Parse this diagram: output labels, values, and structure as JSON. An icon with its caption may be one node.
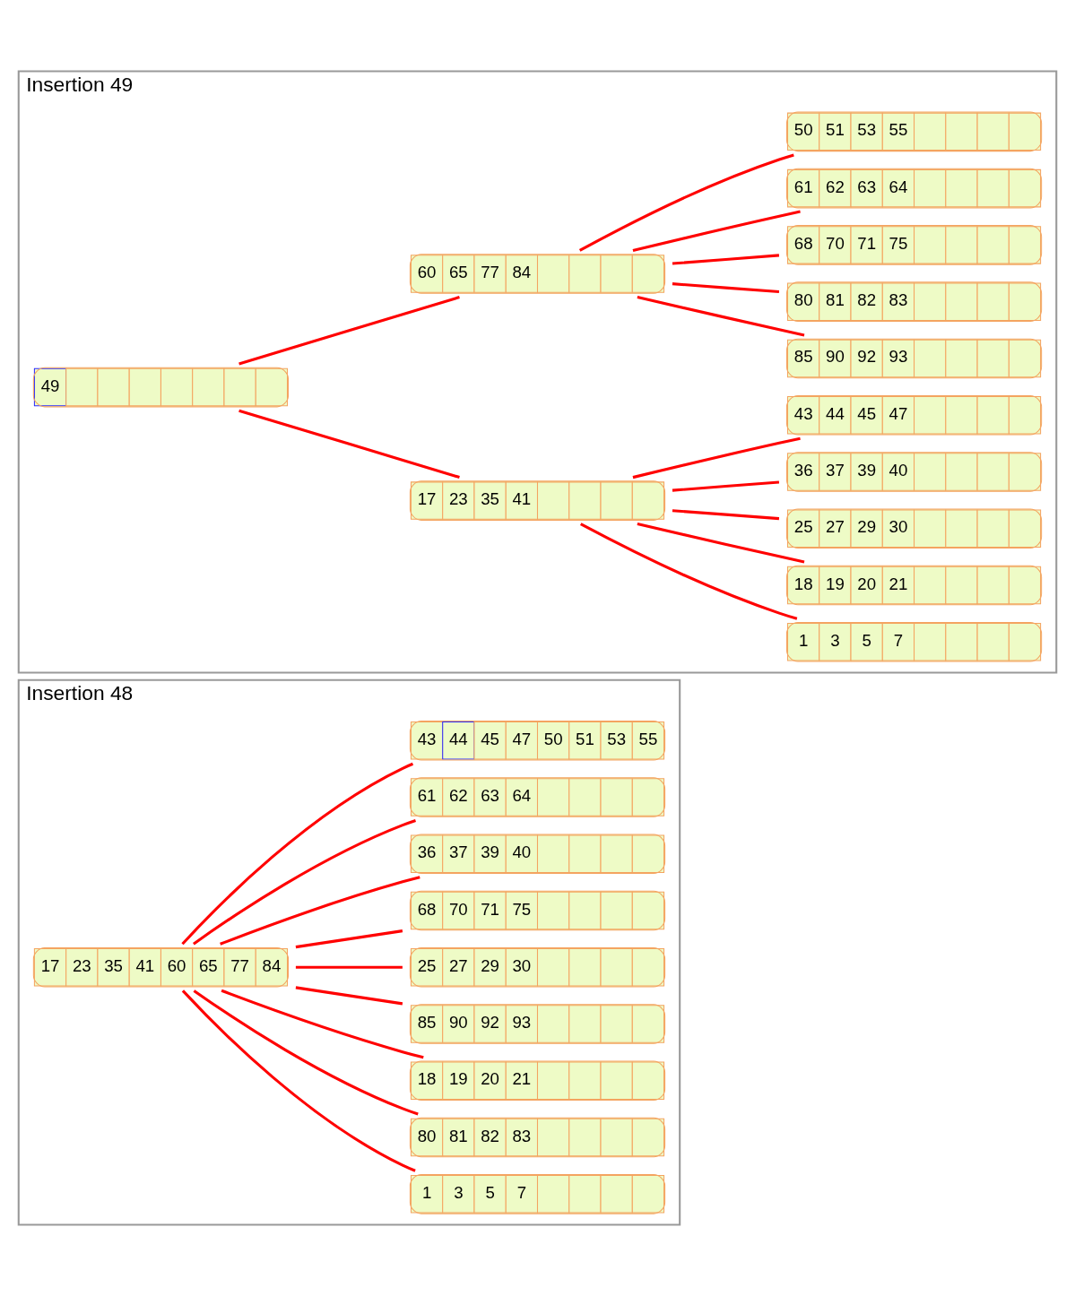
{
  "diagram": {
    "nodes": [
      {
        "text": [
          "Insertion 48"
        ]
      },
      {
        "text": [
          "17",
          "23",
          "35",
          "41",
          "60",
          "65",
          "77",
          "84"
        ],
        "in": 0
      },
      {
        "text": [
          "1",
          "3",
          "5",
          "7"
        ],
        "in": 0
      },
      {
        "text": [
          "80",
          "81",
          "82",
          "83"
        ],
        "in": 0
      },
      {
        "text": [
          "18",
          "19",
          "20",
          "21"
        ],
        "in": 0
      },
      {
        "text": [
          "85",
          "90",
          "92",
          "93"
        ],
        "in": 0
      },
      {
        "text": [
          "25",
          "27",
          "29",
          "30"
        ],
        "in": 0
      },
      {
        "text": [
          "68",
          "70",
          "71",
          "75"
        ],
        "in": 0
      },
      {
        "text": [
          "36",
          "37",
          "39",
          "40"
        ],
        "in": 0
      },
      {
        "text": [
          "61",
          "62",
          "63",
          "64"
        ],
        "in": 0
      },
      {
        "text": [
          "43",
          "44",
          "45",
          "47",
          "50",
          "51",
          "53",
          "55"
        ],
        "in": 0
      },
      {
        "text": [
          "Insertion 49"
        ]
      },
      {
        "text": [
          "49"
        ],
        "in": 11
      },
      {
        "text": [
          "17",
          "23",
          "35",
          "41"
        ],
        "in": 11
      },
      {
        "text": [
          "60",
          "65",
          "77",
          "84"
        ],
        "in": 11
      },
      {
        "text": [
          "1",
          "3",
          "5",
          "7"
        ],
        "in": 11
      },
      {
        "text": [
          "85",
          "90",
          "92",
          "93"
        ],
        "in": 11
      },
      {
        "text": [
          "18",
          "19",
          "20",
          "21"
        ],
        "in": 11
      },
      {
        "text": [
          "80",
          "81",
          "82",
          "83"
        ],
        "in": 11
      },
      {
        "text": [
          "25",
          "27",
          "29",
          "30"
        ],
        "in": 11
      },
      {
        "text": [
          "68",
          "70",
          "71",
          "75"
        ],
        "in": 11
      },
      {
        "text": [
          "36",
          "37",
          "39",
          "40"
        ],
        "in": 11
      },
      {
        "text": [
          "61",
          "62",
          "63",
          "64"
        ],
        "in": 11
      },
      {
        "text": [
          "43",
          "44",
          "45",
          "47"
        ],
        "in": 11
      },
      {
        "text": [
          "50",
          "51",
          "53",
          "55"
        ],
        "in": 11
      }
    ],
    "edges": [
      {
        "from": 1,
        "to": 2,
        "arrow": "none"
      },
      {
        "from": 1,
        "to": 4,
        "arrow": "none"
      },
      {
        "from": 1,
        "to": 6,
        "arrow": "none"
      },
      {
        "from": 1,
        "to": 8,
        "arrow": "none"
      },
      {
        "from": 1,
        "to": 10,
        "arrow": "none"
      },
      {
        "from": 1,
        "to": 9,
        "arrow": "none"
      },
      {
        "from": 1,
        "to": 7,
        "arrow": "none"
      },
      {
        "from": 1,
        "to": 5,
        "arrow": "none"
      },
      {
        "from": 1,
        "to": 3,
        "arrow": "none"
      },
      {
        "from": 12,
        "to": 13,
        "arrow": "none"
      },
      {
        "from": 12,
        "to": 14,
        "arrow": "none"
      },
      {
        "from": 13,
        "to": 15,
        "arrow": "none"
      },
      {
        "from": 13,
        "to": 17,
        "arrow": "none"
      },
      {
        "from": 13,
        "to": 19,
        "arrow": "none"
      },
      {
        "from": 13,
        "to": 21,
        "arrow": "none"
      },
      {
        "from": 13,
        "to": 23,
        "arrow": "none"
      },
      {
        "from": 14,
        "to": 24,
        "arrow": "none"
      },
      {
        "from": 14,
        "to": 22,
        "arrow": "none"
      },
      {
        "from": 14,
        "to": 20,
        "arrow": "none"
      },
      {
        "from": 14,
        "to": 18,
        "arrow": "none"
      },
      {
        "from": 14,
        "to": 16,
        "arrow": "none"
      }
    ]
  }
}
